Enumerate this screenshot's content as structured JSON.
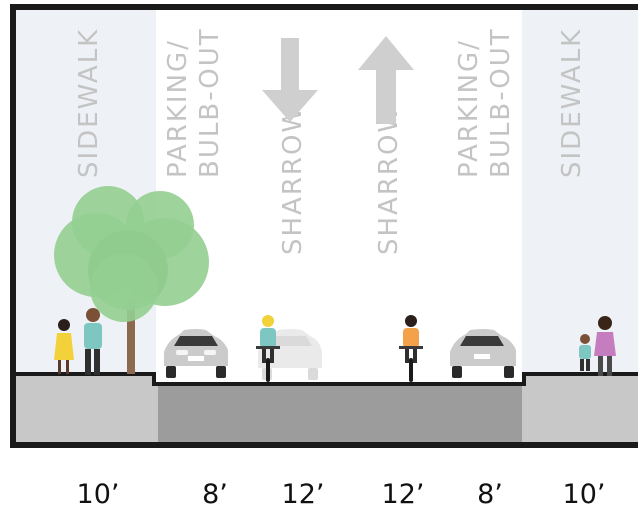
{
  "zones": [
    {
      "key": "sidewalk_left",
      "label": "SIDEWALK",
      "width": "10’"
    },
    {
      "key": "parking_left",
      "label_line1": "PARKING/",
      "label_line2": "BULB-OUT",
      "width": "8’"
    },
    {
      "key": "sharrow_down",
      "label": "SHARROW",
      "width": "12’",
      "arrow": "down-arrow"
    },
    {
      "key": "sharrow_up",
      "label": "SHARROW",
      "width": "12’",
      "arrow": "up-arrow"
    },
    {
      "key": "parking_right",
      "label_line1": "PARKING/",
      "label_line2": "BULB-OUT",
      "width": "8’"
    },
    {
      "key": "sidewalk_right",
      "label": "SIDEWALK",
      "width": "10’"
    }
  ],
  "colors": {
    "sidewalk_bg": "#eef1f6",
    "label_text": "#c4c4c4",
    "arrow": "#cfcfcf",
    "curb_fill": "#c8c8c8",
    "road_fill": "#9c9c9c",
    "outline": "#1a1a1a",
    "tree": "#93cf91",
    "car_silver": "#cbcbcb"
  },
  "icons": [
    "tree-icon",
    "pedestrian-icon",
    "car-icon",
    "cyclist-icon",
    "down-arrow-icon",
    "up-arrow-icon"
  ]
}
